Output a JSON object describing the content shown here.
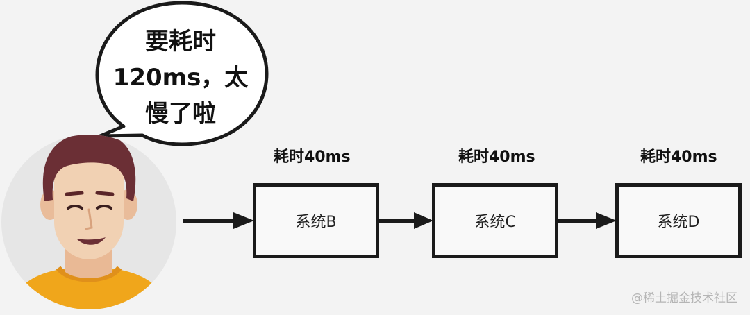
{
  "speech_bubble": {
    "text": "要耗时\n120ms，太\n慢了啦"
  },
  "systems": [
    {
      "label": "系统B",
      "time": "耗时40ms"
    },
    {
      "label": "系统C",
      "time": "耗时40ms"
    },
    {
      "label": "系统D",
      "time": "耗时40ms"
    }
  ],
  "watermark": "@稀土掘金技术社区",
  "colors": {
    "background": "#f3f3f3",
    "line": "#1a1a1a",
    "skin": "#f1d1b3",
    "hair": "#6b2f35",
    "shirt": "#f0a61b",
    "avatar_bg": "#e6e6e6"
  },
  "icons": {
    "person": "person-avatar-icon",
    "arrow": "arrow-right-icon"
  }
}
